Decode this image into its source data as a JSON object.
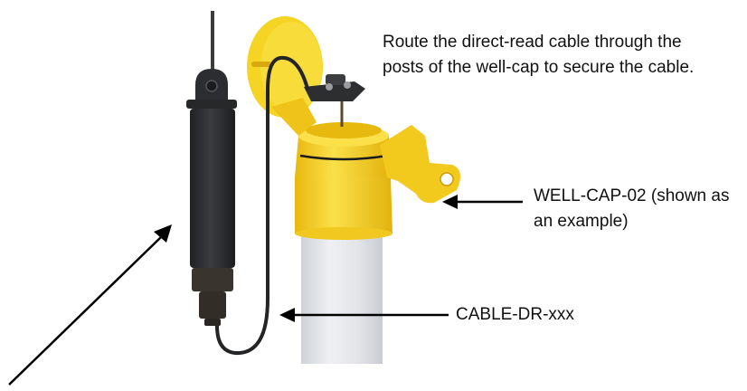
{
  "figure": {
    "instruction": {
      "line1": "Route the direct-read cable through the",
      "line2": "posts of the well-cap to secure the cable."
    },
    "callouts": {
      "wellcap": {
        "line1": "WELL-CAP-02 (shown as",
        "line2": "an example)"
      },
      "cable": {
        "text": "CABLE-DR-xxx"
      }
    },
    "colors": {
      "cap_yellow": "#F5D21F",
      "cap_shadow": "#D4A90C",
      "logger_black": "#2A2C2E",
      "pipe_white": "#E4E6EA",
      "arrow": "#000000"
    }
  }
}
